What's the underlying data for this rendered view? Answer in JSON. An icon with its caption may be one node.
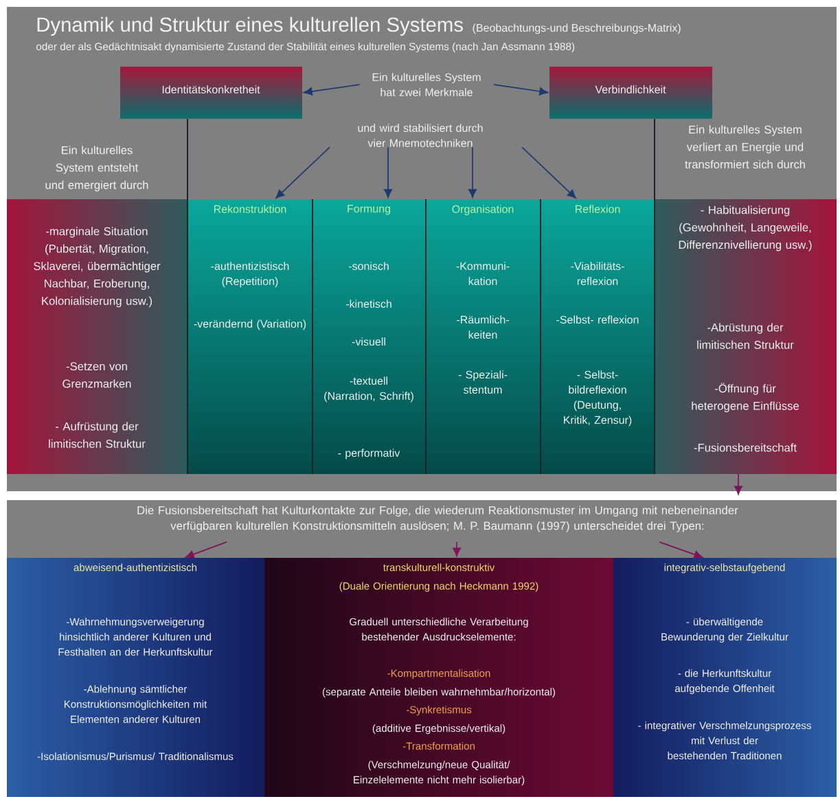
{
  "diagram": {
    "title": "Dynamik und Struktur eines kulturellen Systems",
    "labels": [
      "(Beobachtungs-und Beschreibungs-Matrix)",
      "oder der als Gedächtnisakt dynamisierte Zustand der Stabilität eines kulturellen Systems (nach Jan Assmann 1988)"
    ],
    "nodes": [
      {
        "text": [
          "Identitätskonkretheit"
        ]
      },
      {
        "text": [
          "Ein kulturelles System hat zwei Merkmale"
        ]
      },
      {
        "text": [
          "Verbindlichkeit"
        ]
      },
      {
        "text": [
          "und wird stabilisiert durch vier Mnemotechniken"
        ]
      },
      {
        "text": [
          "Ein kulturelles System entsteht und emergiert durch",
          "-marginale Situation (Pubertät, Migration, Sklaverei, übermächtiger Nachbar, Eroberung, Kolonialisierung usw.)",
          "-Setzen von Grenzmarken",
          "- Aufrüstung der limitischen Struktur"
        ]
      },
      {
        "text": [
          "Rekonstruktion",
          "-authentizistisch (Repetition)",
          "-verändernd (Variation)"
        ]
      },
      {
        "text": [
          "Formung",
          "-sonisch",
          "-kinetisch",
          "-visuell",
          "-textuell (Narration, Schrift)",
          "- performativ"
        ]
      },
      {
        "text": [
          "Organisation",
          "-Kommuni- kation",
          "-Räumlich- keiten",
          "- Speziali- stentum"
        ]
      },
      {
        "text": [
          "Reflexion",
          "-Viabilitäts- reflexion",
          "-Selbst- reflexion",
          "- Selbst- bildreflexion (Deutung, Kritik, Zensur)"
        ]
      },
      {
        "text": [
          "Ein kulturelles System verliert an Energie und transformiert sich durch",
          "- Habitualisierung (Gewohnheit, Langeweile, Differenznivellierung usw.)",
          "-Abrüstung der limitischen Struktur",
          "-Öffnung für heterogene Einflüsse",
          "-Fusionsbereitschaft"
        ]
      },
      {
        "text": [
          "Die Fusionsbereitschaft hat Kulturkontakte zur Folge, die wiederum Reaktionsmuster im Umgang mit nebeneinander verfügbaren kulturellen Konstruktionsmitteln auslösen; M. P. Baumann (1997) unterscheidet drei Typen:"
        ]
      },
      {
        "text": [
          "abweisend-authentizistisch",
          "-Wahrnehmungsverweigerung hinsichtlich anderer Kulturen und Festhalten an der Herkunftskultur",
          "-Ablehnung sämtlicher Konstruktionsmöglichkeiten mit Elementen anderer Kulturen",
          "-Isolationismus/Purismus/ Traditionalismus"
        ]
      },
      {
        "text": [
          "transkulturell-konstruktiv",
          "(Duale Orientierung nach Heckmann 1992)",
          "Graduell unterschiedliche Verarbeitung bestehender Ausdruckselemente:",
          "-Kompartmentalisation",
          "(separate Anteile bleiben wahrnehmbar/horizontal)",
          "-Synkretismus",
          "(additive Ergebnisse/vertikal)",
          "-Transformation",
          "(Verschmelzung/neue Qualität/ Einzelelemente nicht mehr isolierbar)"
        ]
      },
      {
        "text": [
          "integrativ-selbstaufgebend",
          "- überwältigende Bewunderung der Zielkultur",
          "- die Herkunftskultur aufgebende Offenheit",
          "- integrativer Verschmelzungsprozess mit Verlust der bestehenden Traditionen"
        ]
      }
    ],
    "edges": [
      {
        "from": 1,
        "to": 0,
        "arrow": "to"
      },
      {
        "from": 1,
        "to": 2,
        "arrow": "to"
      },
      {
        "from": 3,
        "to": 5,
        "arrow": "to"
      },
      {
        "from": 3,
        "to": 6,
        "arrow": "to"
      },
      {
        "from": 3,
        "to": 7,
        "arrow": "to"
      },
      {
        "from": 3,
        "to": 8,
        "arrow": "to"
      },
      {
        "from": 9,
        "to": 10,
        "arrow": "to",
        "color": "#7e1458"
      },
      {
        "from": 10,
        "to": 11,
        "arrow": "to",
        "color": "#7e1458"
      },
      {
        "from": 10,
        "to": 12,
        "arrow": "to",
        "color": "#7e1458"
      },
      {
        "from": 10,
        "to": 13,
        "arrow": "to",
        "color": "#7e1458"
      }
    ]
  }
}
